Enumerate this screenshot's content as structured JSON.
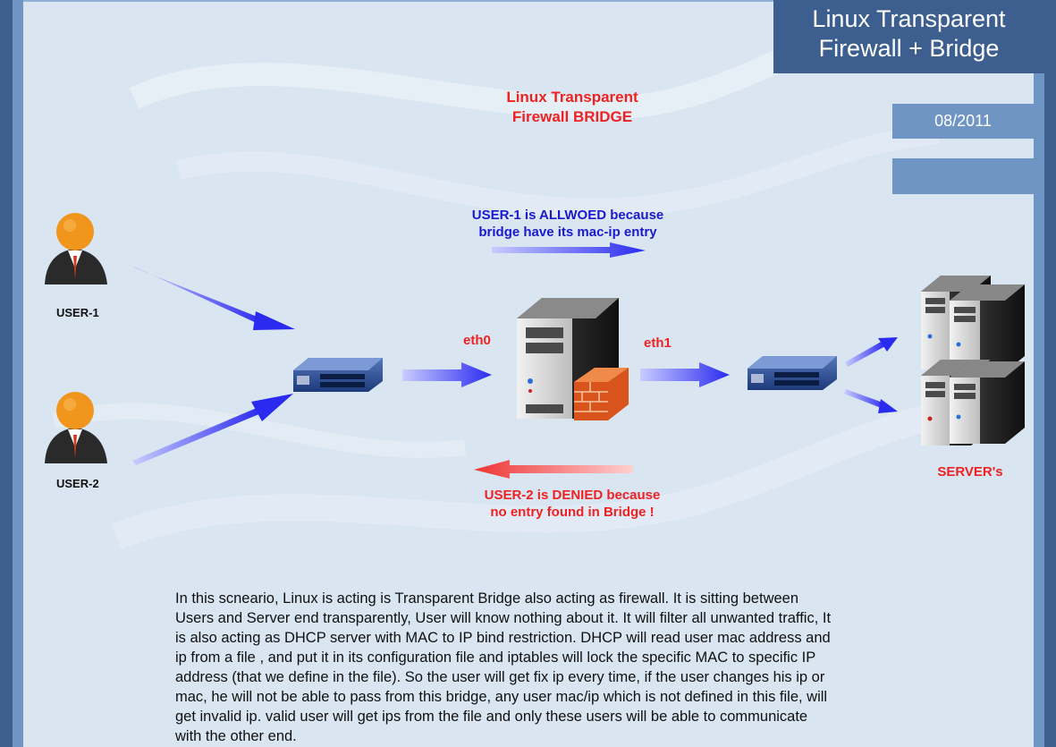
{
  "header": {
    "title_line1": "Linux Transparent",
    "title_line2": "Firewall + Bridge",
    "date": "08/2011"
  },
  "diagram": {
    "heading_line1": "Linux Transparent",
    "heading_line2": "Firewall BRIDGE",
    "allowed_note_line1": "USER-1 is ALLWOED because",
    "allowed_note_line2": "bridge have its mac-ip entry",
    "denied_note_line1": "USER-2 is DENIED because",
    "denied_note_line2": "no entry found in Bridge !",
    "user1_label": "USER-1",
    "user2_label": "USER-2",
    "eth0_label": "eth0",
    "eth1_label": "eth1",
    "servers_label": "SERVER's"
  },
  "description": {
    "lines": [
      "In this scneario, Linux is acting is Transparent Bridge also acting as firewall. It is sitting between",
      "Users and Server end transparently, User will know nothing about it. It will filter all unwanted traffic, It",
      "is also acting as DHCP server with MAC to IP bind restriction. DHCP will read user mac address and",
      "ip from a file , and put it in its configuration file and iptables will lock the specific MAC to specific IP",
      "address (that we define in the file). So the user will get fix ip every time, if the user changes his ip or",
      "mac, he will not be able to pass from this bridge, any user mac/ip which is not defined in this file, will",
      "get invalid ip. valid user will get ips from the file and only these users will be able to communicate",
      "with the other end."
    ]
  },
  "colors": {
    "accent_dark": "#3c5f8f",
    "accent_light": "#6f95c4",
    "alert_red": "#ee2222",
    "allow_blue": "#1a1acc"
  },
  "icons": [
    "user-icon",
    "switch-icon",
    "server-icon",
    "firewall-icon",
    "server-cluster-icon",
    "arrow-icon"
  ]
}
